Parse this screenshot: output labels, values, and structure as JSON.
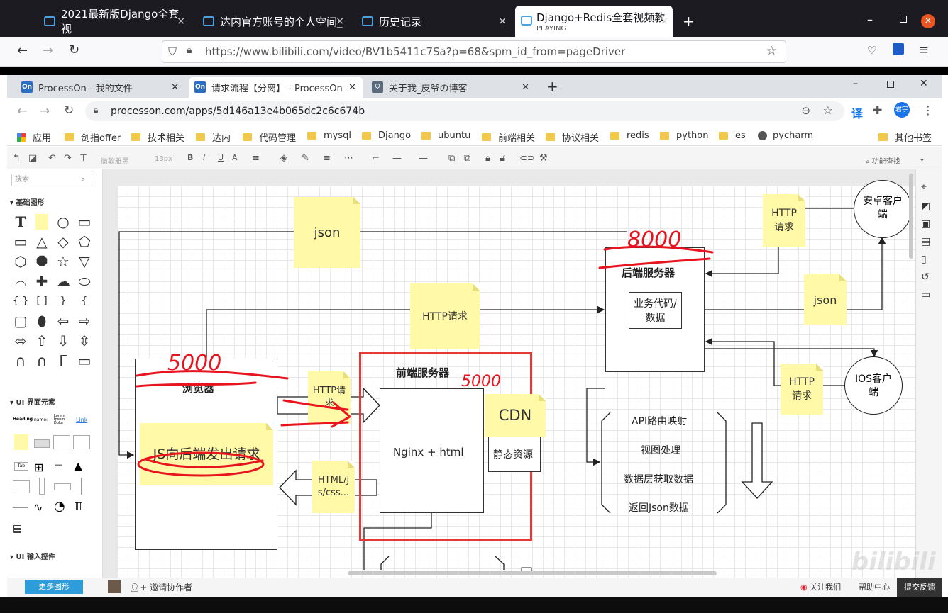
{
  "firefox": {
    "tabs": [
      {
        "title": "2021最新版Django全套视"
      },
      {
        "title": "达内官方账号的个人空间_"
      },
      {
        "title": "历史记录"
      },
      {
        "title": "Django+Redis全套视频教",
        "status": "PLAYING"
      }
    ],
    "url": "https://www.bilibili.com/video/BV1b5411c7Sa?p=68&spm_id_from=pageDriver"
  },
  "chrome": {
    "tabs": [
      {
        "title": "ProcessOn - 我的文件",
        "favicon": "On"
      },
      {
        "title": "请求流程【分离】 - ProcessOn",
        "favicon": "On"
      },
      {
        "title": "关于我_皮爷の博客",
        "favicon": "⛉"
      }
    ],
    "url": "processon.com/apps/5d146a13e4b065dc2c6c674b",
    "profile": "君宇",
    "translate": "译",
    "bookmarks": [
      "应用",
      "剑指offer",
      "技术相关",
      "达内",
      "代码管理",
      "mysql",
      "Django",
      "ubuntu",
      "前端相关",
      "协议相关",
      "redis",
      "python",
      "es",
      "pycharm"
    ],
    "other_bookmarks": "其他书签"
  },
  "processon": {
    "toolbar": {
      "font": "微软雅黑",
      "size": "13px",
      "search": "功能查找"
    },
    "left_panel": {
      "search_placeholder": "搜索",
      "sections": [
        "基础图形",
        "UI 界面元素",
        "UI 输入控件"
      ],
      "ui_preview": {
        "heading": "Heading",
        "name": "name:",
        "lorem": "Lorem Ipsum Dolor",
        "link": "Link",
        "tab": "Tab"
      },
      "more_shapes": "更多图形"
    },
    "bottom": {
      "invite": "邀请协作者",
      "follow": "关注我们",
      "help": "帮助中心",
      "feedback": "提交反馈"
    }
  },
  "diagram": {
    "json_top": "json",
    "http_req_top": "HTTP请求",
    "browser": "浏览器",
    "js_note": "JS向后端发出请求",
    "http_req_small": "HTTP请求",
    "html_note": "HTML/js/css...",
    "frontend": "前端服务器",
    "nginx": "Nginx + html",
    "cdn": "CDN",
    "static": "静态资源",
    "backend": "后端服务器",
    "business": "业务代码/数据",
    "json_right": "json",
    "http_req_android": "HTTP请求",
    "android": "安卓客户端",
    "http_req_ios": "HTTP请求",
    "ios": "IOS客户端",
    "steps": [
      "API路由映射",
      "视图处理",
      "数据层获取数据",
      "返回Json数据"
    ],
    "ink": {
      "port_backend": "8000",
      "port_browser": "5000",
      "port_frontend": "5000"
    }
  },
  "watermark": "bilibili",
  "colors": {
    "sticky": "#fff9a8",
    "accent_red": "#e53935",
    "ink_red": "#e8141e",
    "firefox_dark": "#1c1b22"
  }
}
